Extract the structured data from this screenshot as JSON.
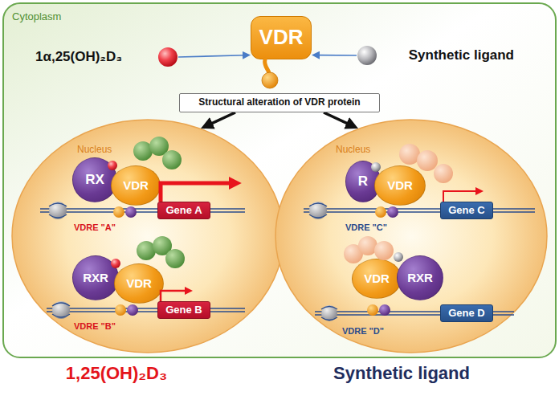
{
  "diagram": {
    "nodes": [
      {
        "text": [
          "Cytoplasm"
        ]
      },
      {
        "text": [
          "1α,25(OH)₂D₃"
        ],
        "in": 0
      },
      {
        "text": [
          "VDR"
        ],
        "in": 0
      },
      {
        "text": [
          "Synthetic ligand"
        ],
        "in": 0
      },
      {
        "text": [
          "Structural alteration of VDR protein"
        ],
        "in": 0
      },
      {
        "text": [
          "Nucleus"
        ],
        "in": 0
      },
      {
        "text": [
          "RX"
        ],
        "in": 5
      },
      {
        "text": [
          "VDR"
        ],
        "in": 5
      },
      {
        "text": [
          "Gene A"
        ],
        "in": 5
      },
      {
        "text": [
          "RXR"
        ],
        "in": 5
      },
      {
        "text": [
          "VDR"
        ],
        "in": 5
      },
      {
        "text": [
          "Gene B"
        ],
        "in": 5
      },
      {
        "text": [
          "Nucleus"
        ],
        "in": 0
      },
      {
        "text": [
          "R"
        ],
        "in": 12
      },
      {
        "text": [
          "VDR"
        ],
        "in": 12
      },
      {
        "text": [
          "Gene C"
        ],
        "in": 12
      },
      {
        "text": [
          "VDR"
        ],
        "in": 12
      },
      {
        "text": [
          "RXR"
        ],
        "in": 12
      },
      {
        "text": [
          "Gene D"
        ],
        "in": 12
      }
    ],
    "edges": [
      {
        "from": 1,
        "to": 2,
        "arrow": "to"
      },
      {
        "from": 3,
        "to": 2,
        "arrow": "to"
      },
      {
        "from": 4,
        "to": 5,
        "arrow": "to"
      },
      {
        "from": 4,
        "to": 12,
        "arrow": "to"
      }
    ],
    "labels": [
      "VDRE \"A\"",
      "VDRE \"B\"",
      "VDRE \"C\"",
      "VDRE \"D\"",
      "1,25(OH)₂D₃",
      "Synthetic ligand"
    ]
  }
}
